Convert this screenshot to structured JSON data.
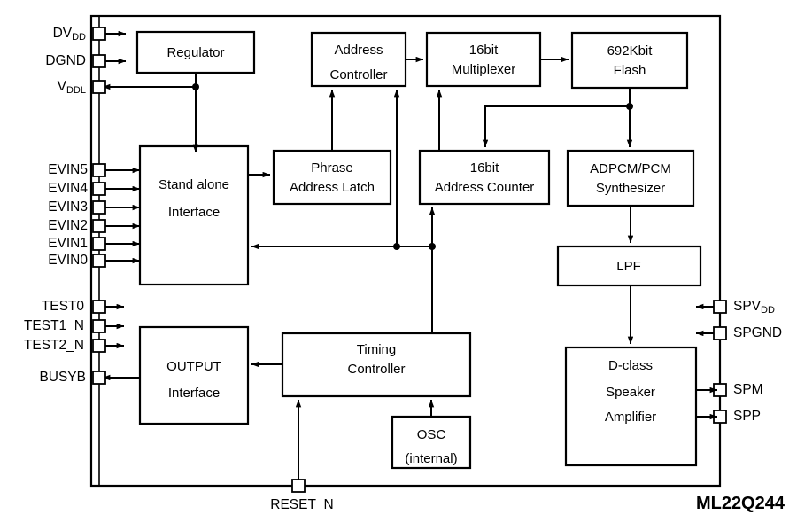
{
  "diagram": {
    "part_number": "ML22Q244",
    "blocks": [
      {
        "id": "regulator",
        "label_lines": [
          "Regulator"
        ]
      },
      {
        "id": "stand-alone-interface",
        "label_lines": [
          "Stand alone",
          "Interface"
        ]
      },
      {
        "id": "address-controller",
        "label_lines": [
          "Address",
          "Controller"
        ]
      },
      {
        "id": "multiplexer",
        "label_lines": [
          "16bit",
          "Multiplexer"
        ]
      },
      {
        "id": "flash",
        "label_lines": [
          "692Kbit",
          "Flash"
        ]
      },
      {
        "id": "phrase-address-latch",
        "label_lines": [
          "Phrase",
          "Address Latch"
        ]
      },
      {
        "id": "address-counter",
        "label_lines": [
          "16bit",
          "Address Counter"
        ]
      },
      {
        "id": "adpcm-pcm-synthesizer",
        "label_lines": [
          "ADPCM/PCM",
          "Synthesizer"
        ]
      },
      {
        "id": "lpf",
        "label_lines": [
          "LPF"
        ]
      },
      {
        "id": "speaker-amplifier",
        "label_lines": [
          "D-class",
          "Speaker",
          "Amplifier"
        ]
      },
      {
        "id": "output-interface",
        "label_lines": [
          "OUTPUT",
          "Interface"
        ]
      },
      {
        "id": "timing-controller",
        "label_lines": [
          "Timing",
          "Controller"
        ]
      },
      {
        "id": "osc",
        "label_lines": [
          "OSC",
          "(internal)"
        ]
      }
    ],
    "left_pins": [
      {
        "id": "dvdd",
        "base": "DV",
        "sub": "DD",
        "direction": "in"
      },
      {
        "id": "dgnd",
        "base": "DGND",
        "sub": "",
        "direction": "in"
      },
      {
        "id": "vddl",
        "base": "V",
        "sub": "DDL",
        "direction": "out"
      },
      {
        "id": "evin5",
        "base": "EVIN5",
        "sub": "",
        "direction": "in"
      },
      {
        "id": "evin4",
        "base": "EVIN4",
        "sub": "",
        "direction": "in"
      },
      {
        "id": "evin3",
        "base": "EVIN3",
        "sub": "",
        "direction": "in"
      },
      {
        "id": "evin2",
        "base": "EVIN2",
        "sub": "",
        "direction": "in"
      },
      {
        "id": "evin1",
        "base": "EVIN1",
        "sub": "",
        "direction": "in"
      },
      {
        "id": "evin0",
        "base": "EVIN0",
        "sub": "",
        "direction": "in"
      },
      {
        "id": "test0",
        "base": "TEST0",
        "sub": "",
        "direction": "in"
      },
      {
        "id": "test1_n",
        "base": "TEST1_N",
        "sub": "",
        "direction": "in"
      },
      {
        "id": "test2_n",
        "base": "TEST2_N",
        "sub": "",
        "direction": "in"
      },
      {
        "id": "busyb",
        "base": "BUSYB",
        "sub": "",
        "direction": "out"
      }
    ],
    "right_pins": [
      {
        "id": "spvdd",
        "base": "SPV",
        "sub": "DD",
        "direction": "in"
      },
      {
        "id": "spgnd",
        "base": "SPGND",
        "sub": "",
        "direction": "in"
      },
      {
        "id": "spm",
        "base": "SPM",
        "sub": "",
        "direction": "out"
      },
      {
        "id": "spp",
        "base": "SPP",
        "sub": "",
        "direction": "out"
      }
    ],
    "bottom_pins": [
      {
        "id": "reset_n",
        "base": "RESET_N",
        "sub": "",
        "direction": "in"
      }
    ],
    "labels": {
      "regulator": "Regulator",
      "stand_alone_1": "Stand alone",
      "stand_alone_2": "Interface",
      "address_controller_1": "Address",
      "address_controller_2": "Controller",
      "multiplexer_1": "16bit",
      "multiplexer_2": "Multiplexer",
      "flash_1": "692Kbit",
      "flash_2": "Flash",
      "phrase_latch_1": "Phrase",
      "phrase_latch_2": "Address Latch",
      "address_counter_1": "16bit",
      "address_counter_2": "Address Counter",
      "synth_1": "ADPCM/PCM",
      "synth_2": "Synthesizer",
      "lpf": "LPF",
      "amp_1": "D-class",
      "amp_2": "Speaker",
      "amp_3": "Amplifier",
      "output_1": "OUTPUT",
      "output_2": "Interface",
      "timing_1": "Timing",
      "timing_2": "Controller",
      "osc_1": "OSC",
      "osc_2": "(internal)",
      "dvdd_base": "DV",
      "dvdd_sub": "DD",
      "dgnd": "DGND",
      "vddl_base": "V",
      "vddl_sub": "DDL",
      "evin5": "EVIN5",
      "evin4": "EVIN4",
      "evin3": "EVIN3",
      "evin2": "EVIN2",
      "evin1": "EVIN1",
      "evin0": "EVIN0",
      "test0": "TEST0",
      "test1_n": "TEST1_N",
      "test2_n": "TEST2_N",
      "busyb": "BUSYB",
      "spvdd_base": "SPV",
      "spvdd_sub": "DD",
      "spgnd": "SPGND",
      "spm": "SPM",
      "spp": "SPP",
      "reset_n": "RESET_N",
      "part_number": "ML22Q244"
    },
    "colors": {
      "stroke": "#000000",
      "background": "#ffffff",
      "text": "#000000"
    }
  }
}
